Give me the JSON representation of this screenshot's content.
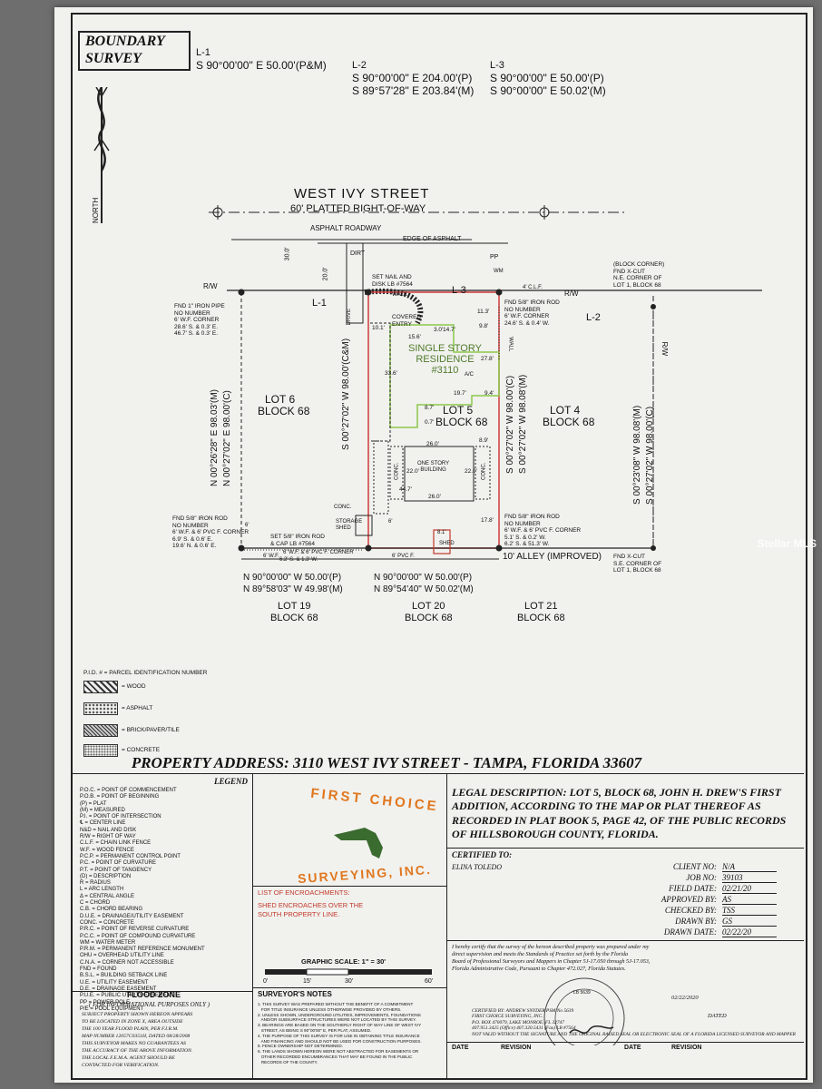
{
  "title": "BOUNDARY SURVEY",
  "line_table": {
    "l1": {
      "label": "L-1",
      "p": "S 90°00'00\" E   50.00'(P&M)"
    },
    "l2": {
      "label": "L-2",
      "p": "S 90°00'00\" E   204.00'(P)",
      "m": "S 89°57'28\" E   203.84'(M)"
    },
    "l3": {
      "label": "L-3",
      "p": "S 90°00'00\" E   50.00'(P)",
      "m": "S 90°00'00\" E   50.02'(M)"
    }
  },
  "north_label": "NORTH",
  "street": {
    "name": "WEST IVY STREET",
    "row": "60' PLATTED RIGHT-OF-WAY",
    "road": "ASPHALT ROADWAY",
    "edge": "EDGE OF ASPHALT",
    "dirt": "DIRT",
    "dist30": "30.0'",
    "dist20": "20.0'",
    "pp": "PP",
    "wm": "WM"
  },
  "plan": {
    "rw_left": "R/W",
    "rw_right": "R/W",
    "rw_vertical": "R/W",
    "l1": "L-1",
    "l2": "L-2",
    "l3": "L-3",
    "clf": "4' C.L.F.",
    "fnd_pipe": [
      "FND 1\" IRON PIPE",
      "NO NUMBER",
      "6' W.F. CORNER",
      "28.6' S. & 0.3' E.",
      "46.7' S. & 0.3' E."
    ],
    "set_nail": [
      "SET NAIL AND",
      "DISK LB #7564"
    ],
    "walk": "WALK",
    "drive": "DRIVE",
    "covered": [
      "COVERED",
      "ENTRY"
    ],
    "residence": [
      "SINGLE STORY",
      "RESIDENCE",
      "#3110"
    ],
    "dims": {
      "d101": "10.1'",
      "d156": "15.6'",
      "d30": "3.0'",
      "d147": "14.7'",
      "d98": "9.8'",
      "d113": "11.3'",
      "d336": "33.6'",
      "d278": "27.8'",
      "d197": "19.7'",
      "d94": "9.4'",
      "d87": "8.7'",
      "d07": "0.7'",
      "d89": "8.9'",
      "d260a": "26.0'",
      "d220a": "22.0'",
      "d220b": "22.0'",
      "d447": "44.7'",
      "d260b": "26.0'",
      "d178": "17.8'",
      "d81": "8.1'",
      "d6a": "6'",
      "d6b": "6'",
      "d6wf": "6' W.F."
    },
    "ac": "A/C",
    "fnd_rod_ne": [
      "FND 5/8\" IRON ROD",
      "NO NUMBER",
      "6' W.F. CORNER",
      "24.6' S. & 0.4' W."
    ],
    "block_corner": [
      "(BLOCK CORNER)",
      "FND X-CUT",
      "N.E. CORNER OF",
      "LOT 1, BLOCK 68"
    ],
    "wall": "WALL",
    "lot6": [
      "LOT 6",
      "BLOCK 68"
    ],
    "lot5": [
      "LOT 5",
      "BLOCK 68"
    ],
    "lot4": [
      "LOT 4",
      "BLOCK 68"
    ],
    "west_brg": [
      "N 00°26'28\" E   98.03'(M)",
      "N 00°27'02\" E   98.00'(C)"
    ],
    "mid_brg": "S 00°27'02\" W   98.00'(C&M)",
    "east_brg": [
      "S 00°27'02\" W   98.00'(C)",
      "S 00°27'02\" W   98.08'(M)"
    ],
    "far_brg": [
      "S 00°23'08\" W   98.08'(M)",
      "S 00°27'02\" W   98.00'(C)"
    ],
    "one_story": [
      "ONE STORY",
      "BUILDING"
    ],
    "conc": "CONC.",
    "conc2": "CONC.",
    "conc3": "CONC.",
    "storage": [
      "STORAGE",
      "SHED"
    ],
    "shed": "SHED",
    "fnd_rod_sw": [
      "FND 5/8\" IRON ROD",
      "NO NUMBER",
      "6' W.F. & 6' PVC F. CORNER",
      "6.9' S. & 0.6' E.",
      "19.6' N. & 0.6' E."
    ],
    "set_rod": [
      "SET 5/8\" IRON ROD",
      "& CAP LB #7564"
    ],
    "set_rod_corner": "6' W.F. & 6' PVC F. CORNER",
    "set_rod_dist": "6.2' S. & 1.3' W.",
    "fnd_rod_se": [
      "FND 5/8\" IRON ROD",
      "NO NUMBER",
      "6' W.F. & 6' PVC F. CORNER",
      "5.1' S. & 0.2' W.",
      "6.2' S. & 51.3' W."
    ],
    "pvc": "6' PVC F.",
    "alley": "10' ALLEY (IMPROVED)",
    "se_corner": [
      "FND X-CUT",
      "S.E. CORNER OF",
      "LOT 1, BLOCK 68"
    ],
    "south_left": [
      "N 90°00'00\" W   50.00'(P)",
      "N 89°58'03\" W   49.98'(M)"
    ],
    "south_mid": [
      "N 90°00'00\" W   50.00'(P)",
      "N 89°54'40\" W   50.02'(M)"
    ],
    "lot19": [
      "LOT 19",
      "BLOCK 68"
    ],
    "lot20": [
      "LOT 20",
      "BLOCK 68"
    ],
    "lot21": [
      "LOT 21",
      "BLOCK 68"
    ]
  },
  "legend_top": {
    "pid": "P.I.D. # = PARCEL IDENTIFICATION NUMBER",
    "wood": "= WOOD",
    "asphalt": "= ASPHALT",
    "brick": "= BRICK/PAVER/TILE",
    "concrete": "= CONCRETE"
  },
  "property_address": "PROPERTY ADDRESS: 3110 WEST IVY STREET - TAMPA, FLORIDA 33607",
  "legend_title": "LEGEND",
  "abbreviations": [
    "P.O.C.  = POINT OF COMMENCEMENT",
    "P.O.B.  = POINT OF BEGINNING",
    "(P)     = PLAT",
    "(M)     = MEASURED",
    "P.I.    = POINT OF INTERSECTION",
    "℄       = CENTER LINE",
    "N&D     = NAIL AND DISK",
    "R/W     = RIGHT OF WAY",
    "C.L.F.  = CHAIN LINK FENCE",
    "W.F.    = WOOD FENCE",
    "P.C.P.  = PERMANENT CONTROL POINT",
    "P.C.    = POINT OF CURVATURE",
    "P.T.    = POINT OF TANGENCY",
    "(D)     = DESCRIPTION",
    "R       = RADIUS",
    "L       = ARC LENGTH",
    "Δ       = CENTRAL ANGLE",
    "C       = CHORD",
    "C.B.    = CHORD BEARING",
    "D.U.E.  = DRAINAGE/UTILITY EASEMENT",
    "CONC.   = CONCRETE",
    "P.R.C.  = POINT OF REVERSE CURVATURE",
    "P.C.C.  = POINT OF COMPOUND CURVATURE",
    "WM      = WATER METER",
    "P.R.M.  = PERMANENT REFERENCE MONUMENT",
    "OHU     = OVERHEAD UTILITY LINE",
    "C.N.A.  = CORNER NOT ACCESSIBLE",
    "FND     = FOUND",
    "B.S.L.  = BUILDING SETBACK LINE",
    "U.E.    = UTILITY EASEMENT",
    "D.E.    = DRAINAGE EASEMENT",
    "P.U.E.  = PUBLIC UTILITY EASEMENT",
    "PP      = POWER POLE",
    "P/E     = POOL EQUIPMENT"
  ],
  "company_logo_text": [
    "FIRST CHOICE",
    "SURVEYING, INC."
  ],
  "encroachments": {
    "title": "LIST OF ENCROACHMENTS:",
    "text": [
      "SHED ENCROACHES OVER THE",
      "SOUTH PROPERTY LINE."
    ]
  },
  "graphic_scale": {
    "label": "GRAPHIC SCALE: 1\" = 30'",
    "ticks": [
      "0'",
      "15'",
      "30'",
      "60'"
    ]
  },
  "legal_description": "LEGAL DESCRIPTION: LOT 5, BLOCK 68, JOHN H. DREW'S FIRST ADDITION, ACCORDING TO THE MAP OR PLAT THEREOF AS RECORDED IN PLAT BOOK 5, PAGE 42, OF THE PUBLIC RECORDS OF HILLSBOROUGH COUNTY, FLORIDA.",
  "certified": {
    "label": "CERTIFIED TO:",
    "name": "ELINA TOLEDO"
  },
  "job_info": [
    {
      "k": "CLIENT NO:",
      "v": "N/A"
    },
    {
      "k": "JOB NO:",
      "v": "39103"
    },
    {
      "k": "FIELD DATE:",
      "v": "02/21/20"
    },
    {
      "k": "APPROVED BY:",
      "v": "AS"
    },
    {
      "k": "CHECKED BY:",
      "v": "TSS"
    },
    {
      "k": "DRAWN BY:",
      "v": "GS"
    },
    {
      "k": "DRAWN DATE:",
      "v": "02/22/20"
    }
  ],
  "certification_text": [
    "I hereby certify that the survey of the hereon described property was prepared under my",
    "direct supervision and meets the Standards of Practice set forth by the Florida",
    "Board of Professional Surveyors and Mappers in Chapter 5J-17.050 through 5J-17.053,",
    "Florida Administrative Code, Pursuant to Chapter 472.027, Florida Statutes."
  ],
  "seal": {
    "license": "LB 5639"
  },
  "sign_date": "02/22/2020",
  "surveyor_block": [
    "CERTIFIED BY: ANDREW SNYDER  PSM No 5639",
    "FIRST CHOICE SURVEYING, INC.",
    "P.O. BOX 470079, LAKE MONROE, FL 32747",
    "407.951.3425 (Office)  407.320.5431 (Fax)  LB #7564",
    "NOT VALID WITHOUT THE SIGNATURE AND THE ORIGINAL RAISED SEAL OR ELECTRONIC SEAL OF A FLORIDA LICENSED SURVEYOR AND MAPPER"
  ],
  "dated_label": "DATED",
  "flood_zone": {
    "title": "FLOOD ZONE",
    "sub": "( FOR INFORMATIONAL PURPOSES ONLY )",
    "text": [
      "SUBJECT PROPERTY SHOWN HEREON APPEARS",
      "TO BE LOCATED IN ZONE X, AREA OUTSIDE",
      "THE 100 YEAR FLOOD PLAIN, PER F.I.R.M.",
      "MAP NUMBER 12057C0351H, DATED 08/28/2008",
      "THIS SURVEYOR MAKES NO GUARANTEES AS",
      "THE ACCURACY OF THE ABOVE INFORMATION.",
      "THE LOCAL F.E.M.A. AGENT SHOULD BE",
      "CONTACTED FOR VERIFICATION."
    ]
  },
  "surveyors_notes": {
    "title": "SURVEYOR'S NOTES",
    "notes": [
      "1. THIS SURVEY WAS PREPARED WITHOUT THE BENEFIT OF A COMMITMENT",
      "   FOR TITLE INSURANCE UNLESS OTHERWISE PROVIDED BY OTHERS.",
      "2. UNLESS SHOWN, UNDERGROUND UTILITIES, IMPROVEMENTS, FOUNDATIONS",
      "   AND/OR SUBSURFACE STRUCTURES WERE NOT LOCATED BY THIS SURVEY.",
      "3. BEARINGS ARE BASED ON THE SOUTHERLY RIGHT OF WAY LINE OF WEST IVY",
      "   STREET, AS BEING S 90°00'00\" E, PER PLAT, ASSUMED.",
      "4. THE PURPOSE OF THIS SURVEY IS FOR USE IN OBTAINING TITLE INSURANCE",
      "   AND FINANCING AND SHOULD NOT BE USED FOR CONSTRUCTION PURPOSES.",
      "5. FENCE OWNERSHIP NOT DETERMINED.",
      "6. THE LANDS SHOWN HEREON WERE NOT ABSTRACTED FOR EASEMENTS OR",
      "   OTHER RECORDED ENCUMBRANCES THAT MAY BE FOUND IN THE PUBLIC",
      "   RECORDS OF THE COUNTY."
    ]
  },
  "revision_table": {
    "headers": [
      "DATE",
      "REVISION",
      "DATE",
      "REVISION"
    ]
  },
  "watermark": "Stellar MLS",
  "colors": {
    "paper": "#f1f1ee",
    "ink": "#111111",
    "highlight_green": "#8cc84b",
    "boundary_red": "#d03a3a",
    "encroach_red": "#c0392b",
    "logo_orange": "#e0771e",
    "logo_green": "#3a6b2f"
  }
}
